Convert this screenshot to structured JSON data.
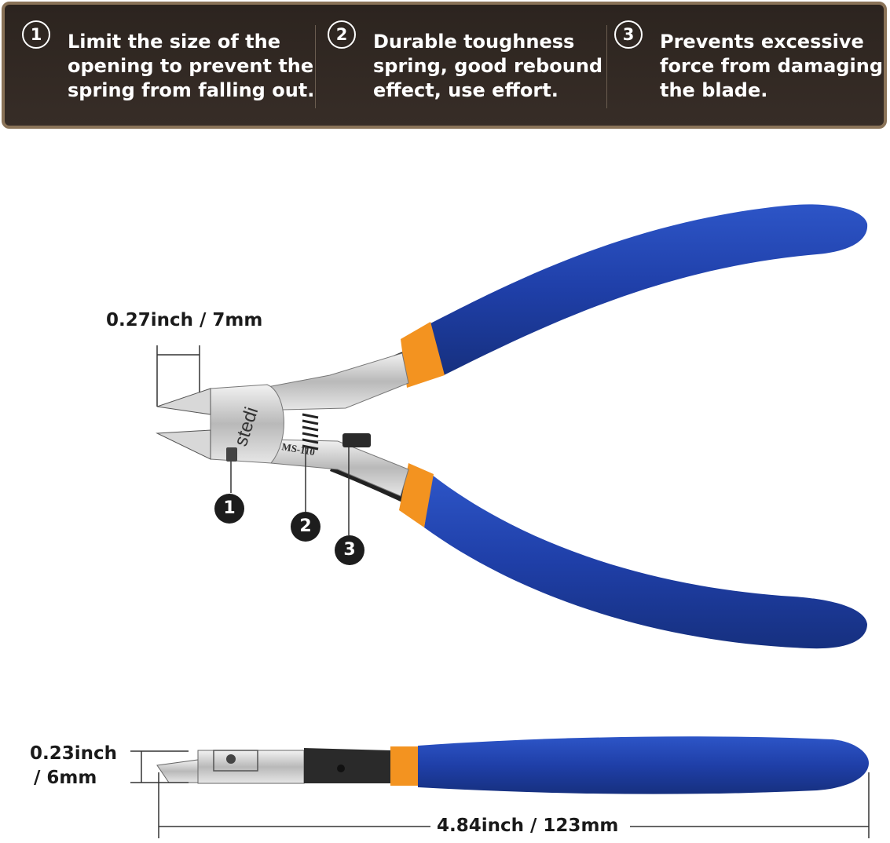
{
  "features": [
    {
      "number": "1",
      "lines": [
        "Limit the size of the",
        "opening to prevent the",
        "spring from falling out."
      ]
    },
    {
      "number": "2",
      "lines": [
        "Durable toughness",
        "spring, good rebound",
        "effect, use effort."
      ]
    },
    {
      "number": "3",
      "lines": [
        "Prevents excessive",
        "force from damaging",
        "the blade."
      ]
    }
  ],
  "dimensions": {
    "jaw_opening": "0.27inch / 7mm",
    "head_thickness_line1": "0.23inch",
    "head_thickness_line2": "/ 6mm",
    "total_length": "4.84inch / 123mm"
  },
  "product": {
    "brand_mark": "stedi",
    "model": "MS-110",
    "handle_color": "#1f3fa8",
    "collar_color": "#f39320"
  },
  "callouts": [
    "1",
    "2",
    "3"
  ]
}
